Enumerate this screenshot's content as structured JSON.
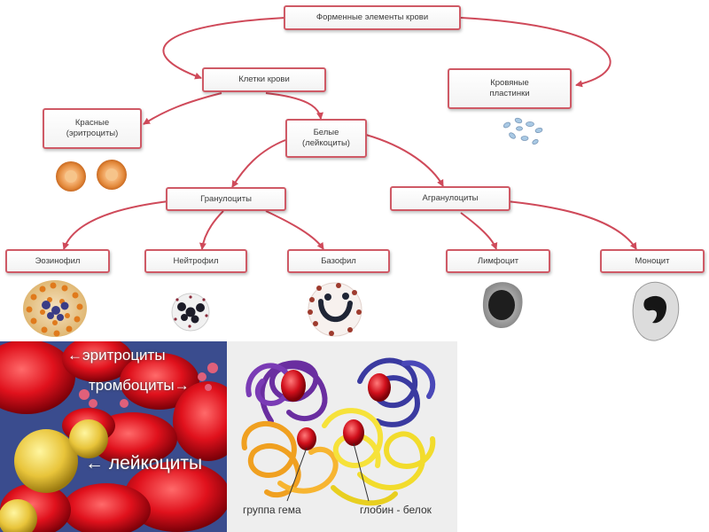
{
  "diagram": {
    "root": "Форменные элементы крови",
    "cells": "Клетки  крови",
    "platelets": "Кровяные\nпластинки",
    "red": "Красные\n(эритроциты)",
    "white": "Белые\n(лейкоциты)",
    "granulocytes": "Гранулоциты",
    "agranulocytes": "Агранулоциты",
    "eosinophil": "Эозинофил",
    "neutrophil": "Нейтрофил",
    "basophil": "Базофил",
    "lymphocyte": "Лимфоцит",
    "monocyte": "Моноцит"
  },
  "photo": {
    "label_erythrocytes": "←эритроциты",
    "label_platelets": "тромбоциты→",
    "label_leukocytes": "← лейкоциты"
  },
  "hemoglobin": {
    "label_heme": "группа гема",
    "label_globin": "глобин - белок"
  },
  "colors": {
    "node_border": "#cf5a66",
    "arrow": "#cf4a5a"
  }
}
